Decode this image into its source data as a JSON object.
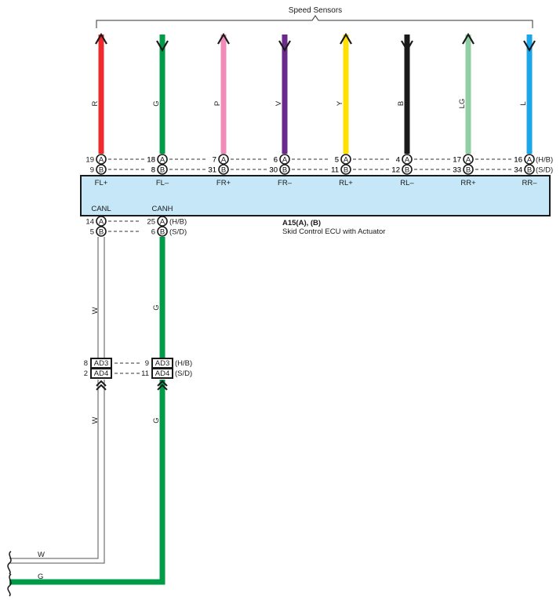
{
  "header": {
    "title": "Speed Sensors"
  },
  "ecu": {
    "code": "A15(A), (B)",
    "name": "Skid Control ECU with Actuator",
    "fill": "#c5e7f7"
  },
  "variants": {
    "hb": "(H/B)",
    "sd": "(S/D)"
  },
  "sensor_wires": [
    {
      "wire": "R",
      "color": "#ee2a2e",
      "row_a": {
        "pin": "19",
        "letter": "A",
        "term": "18"
      },
      "row_b": {
        "pin": "9",
        "letter": "B",
        "term": "8"
      },
      "terminal": "FL+",
      "arrow": "up"
    },
    {
      "wire": "G",
      "color": "#009b48",
      "row_a": {
        "pin": "18",
        "letter": "A",
        "term": "7"
      },
      "row_b": {
        "pin": "8",
        "letter": "B",
        "term": "31"
      },
      "terminal": "FL–",
      "arrow": "down"
    },
    {
      "wire": "P",
      "color": "#f08ab8",
      "row_a": {
        "pin": "7",
        "letter": "A",
        "term": "6"
      },
      "row_b": {
        "pin": "31",
        "letter": "B",
        "term": "30"
      },
      "terminal": "FR+",
      "arrow": "up"
    },
    {
      "wire": "V",
      "color": "#6a2a8c",
      "row_a": {
        "pin": "6",
        "letter": "A",
        "term": "5"
      },
      "row_b": {
        "pin": "30",
        "letter": "B",
        "term": "11"
      },
      "terminal": "FR–",
      "arrow": "down"
    },
    {
      "wire": "Y",
      "color": "#ffe000",
      "row_a": {
        "pin": "5",
        "letter": "A",
        "term": "4"
      },
      "row_b": {
        "pin": "11",
        "letter": "B",
        "term": "12"
      },
      "terminal": "RL+",
      "arrow": "up"
    },
    {
      "wire": "B",
      "color": "#1a1a1a",
      "row_a": {
        "pin": "4",
        "letter": "A",
        "term": "17"
      },
      "row_b": {
        "pin": "12",
        "letter": "B",
        "term": "33"
      },
      "terminal": "RL–",
      "arrow": "down"
    },
    {
      "wire": "LG",
      "color": "#8fcfa3",
      "row_a": {
        "pin": "17",
        "letter": "A",
        "term": "16"
      },
      "row_b": {
        "pin": "33",
        "letter": "B",
        "term": "34"
      },
      "terminal": "RR+",
      "arrow": "up"
    },
    {
      "wire": "L",
      "color": "#1aa6e8",
      "row_a": {
        "pin": "16",
        "letter": "A",
        "term": ""
      },
      "row_b": {
        "pin": "34",
        "letter": "B",
        "term": ""
      },
      "terminal": "RR–",
      "arrow": "down"
    }
  ],
  "can": {
    "canl": {
      "terminal": "CANL",
      "wire": "W",
      "color": "#ffffff",
      "row_a": {
        "left": "14",
        "letter": "A",
        "right": "25"
      },
      "row_b": {
        "left": "5",
        "letter": "B",
        "right": "6"
      },
      "jc_a": {
        "pin": "8",
        "label": "AD3",
        "dash_to": "9"
      },
      "jc_b": {
        "pin": "2",
        "label": "AD4",
        "dash_to": "11"
      },
      "bottom_label": "W"
    },
    "canh": {
      "terminal": "CANH",
      "wire": "G",
      "color": "#009b48",
      "jc_a": {
        "label": "AD3"
      },
      "jc_b": {
        "label": "AD4"
      },
      "bottom_label": "G"
    }
  }
}
